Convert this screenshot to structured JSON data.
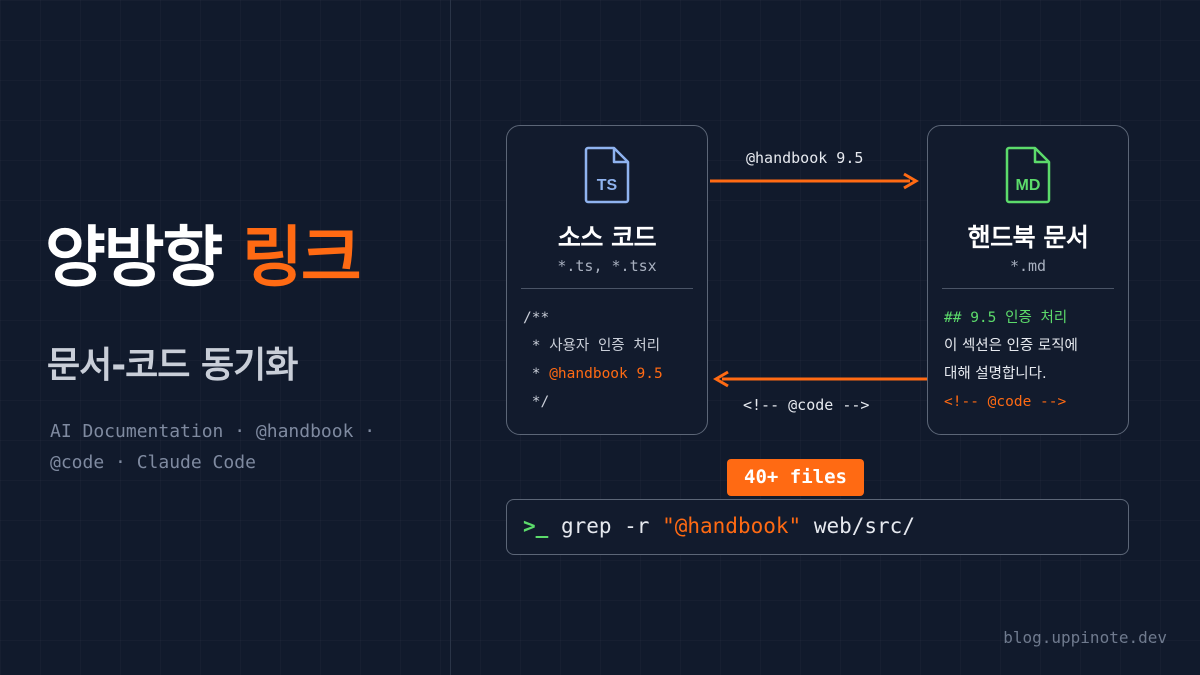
{
  "title": {
    "main": "양방향",
    "accent": "링크"
  },
  "subtitle": "문서-코드 동기화",
  "tags": {
    "line1": "AI Documentation · @handbook ·",
    "line2": "@code · Claude Code"
  },
  "source_card": {
    "icon_label": "TS",
    "title": "소스 코드",
    "ext": "*.ts, *.tsx",
    "code": {
      "line1": "/**",
      "line2": " * 사용자 인증 처리",
      "line3_prefix": " * ",
      "line3_tag": "@handbook 9.5",
      "line4": " */"
    }
  },
  "doc_card": {
    "icon_label": "MD",
    "title": "핸드북 문서",
    "ext": "*.md",
    "code": {
      "line1": "## 9.5 인증 처리",
      "line2": "이 섹션은 인증 로직에",
      "line3": "대해 설명합니다.",
      "line4": "<!-- @code -->"
    }
  },
  "arrows": {
    "forward_label": "@handbook 9.5",
    "backward_label": "<!-- @code -->"
  },
  "badge": "40+ files",
  "terminal": {
    "prompt": ">_",
    "cmd": " grep -r ",
    "str": "\"@handbook\"",
    "rest": " web/src/"
  },
  "footer": "blog.uppinote.dev",
  "colors": {
    "accent": "#ff6a13",
    "green": "#5cdb6b",
    "ts_icon": "#8fb3ef",
    "background": "#111a2c"
  }
}
